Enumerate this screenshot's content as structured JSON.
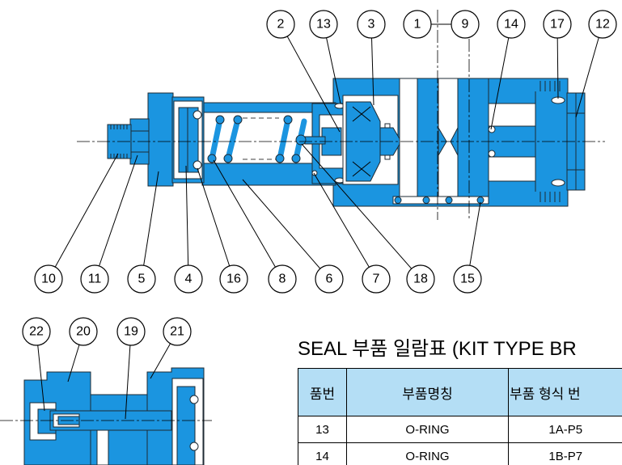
{
  "colors": {
    "part_fill": "#1b95e0",
    "outline": "#1e2a33",
    "table_header_fill": "#b4def5",
    "leader_line": "#000000"
  },
  "main_view": {
    "top_callouts": [
      "2",
      "13",
      "3",
      "1",
      "9",
      "14",
      "17",
      "12"
    ],
    "bottom_callouts": [
      "10",
      "11",
      "5",
      "4",
      "16",
      "8",
      "6",
      "7",
      "18",
      "15"
    ]
  },
  "inset_view": {
    "callouts": [
      "22",
      "20",
      "19",
      "21"
    ]
  },
  "seal_table": {
    "title": "SEAL 부품 일람표 (KIT TYPE BR",
    "headers": [
      "품번",
      "부품명칭",
      "부품 형식 번"
    ],
    "rows": [
      [
        "13",
        "O-RING",
        "1A-P5"
      ],
      [
        "14",
        "O-RING",
        "1B-P7"
      ]
    ]
  }
}
